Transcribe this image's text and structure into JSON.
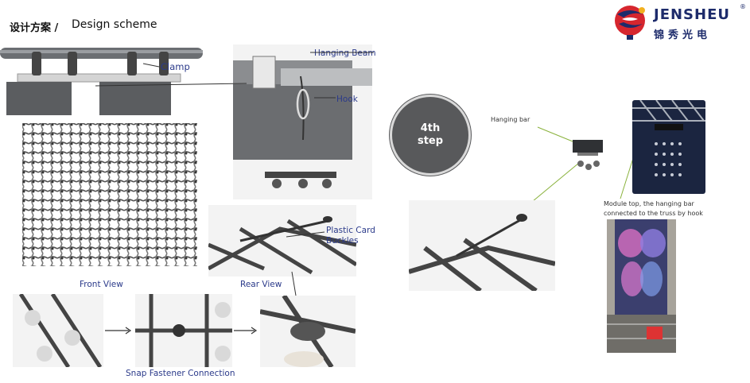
{
  "header": {
    "title_cn": "设计方案",
    "title_sep": "/",
    "title_en": "Design scheme"
  },
  "logo": {
    "brand": "JENSHEU",
    "brand_cn": "锦秀光电",
    "reg_mark": "®",
    "colors": {
      "red": "#d6262e",
      "blue": "#1d2b6b",
      "yellow": "#f2b01e"
    }
  },
  "labels": {
    "clamp": "Clamp",
    "hanging_beam": "Hanging Beam",
    "hook": "Hook",
    "front_view": "Front View",
    "rear_view": "Rear View",
    "plastic_card": "Plastic Card",
    "buckles": "Buckles",
    "snap_fastener": "Snap Fastener Connection",
    "hanging_bar": "Hanging bar",
    "module_top_line1": "Module top, the hanging bar",
    "module_top_line2": "connected to the truss by hook"
  },
  "step": {
    "line1": "4th",
    "line2": "step"
  }
}
